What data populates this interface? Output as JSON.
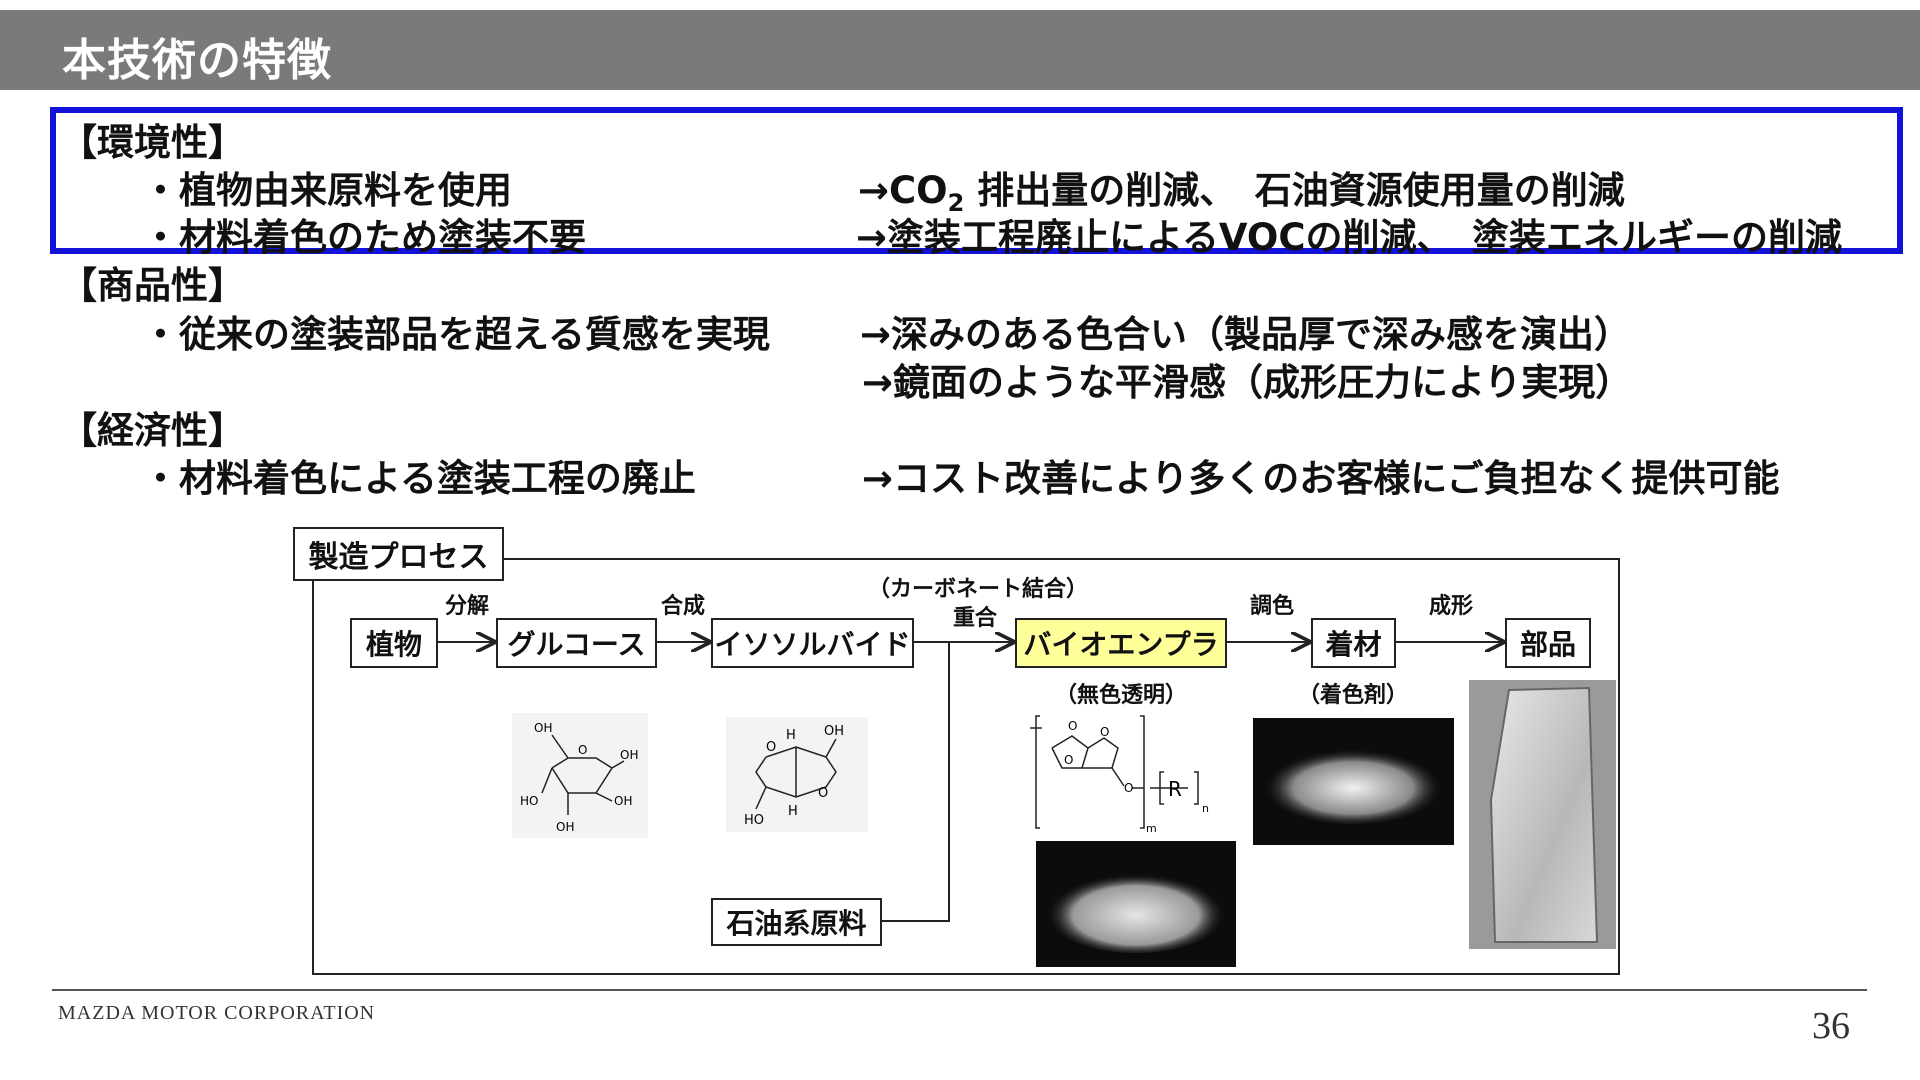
{
  "header": {
    "title": "本技術の特徴"
  },
  "environment": {
    "heading": "【環境性】",
    "items": [
      {
        "bullet": "・植物由来原料を使用",
        "result_prefix": "→CO",
        "result_sub": "2",
        "result_rest": " 排出量の削減、　石油資源使用量の削減"
      },
      {
        "bullet": "・材料着色のため塗装不要",
        "result": "→塗装工程廃止によるVOCの削減、　塗装エネルギーの削減"
      }
    ]
  },
  "product": {
    "heading": "【商品性】",
    "bullet": "・従来の塗装部品を超える質感を実現",
    "results": [
      "→深みのある色合い（製品厚で深み感を演出）",
      "→鏡面のような平滑感（成形圧力により実現）"
    ]
  },
  "economy": {
    "heading": "【経済性】",
    "bullet": "・材料着色による塗装工程の廃止",
    "result": "→コスト改善により多くのお客様にご負担なく提供可能"
  },
  "process": {
    "title": "製造プロセス",
    "nodes": {
      "plant": "植物",
      "glucose": "グルコース",
      "isosorbide": "イソソルバイド",
      "bio_plastic": "バイオエンプラ",
      "coloring": "着材",
      "part": "部品",
      "petroleum": "石油系原料"
    },
    "arrow_labels": {
      "decompose": "分解",
      "synthesis": "合成",
      "carbonate": "（カーボネート結合）",
      "polymerize": "重合",
      "tone": "調色",
      "molding": "成形"
    },
    "notes": {
      "colorless": "（無色透明）",
      "colorant": "（着色剤）"
    },
    "chem": {
      "oh": "OH",
      "ho": "HO",
      "h": "H",
      "o": "O",
      "r": "R",
      "m": "m",
      "n": "n"
    }
  },
  "footer": {
    "company": "MAZDA MOTOR CORPORATION",
    "page": "36"
  },
  "colors": {
    "header_bg": "#7a7a7a",
    "highlight_border": "#1212d8",
    "highlight_node": "#ffff99"
  }
}
